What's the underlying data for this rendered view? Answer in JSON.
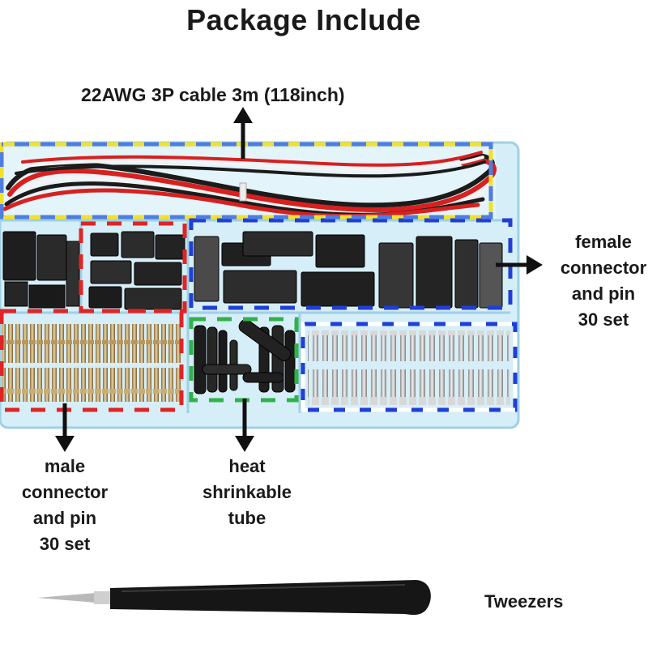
{
  "title": "Package Include",
  "labels": {
    "cable": "22AWG 3P cable 3m (118inch)",
    "female": [
      "female",
      "connector",
      "and pin",
      "30 set"
    ],
    "male": [
      "male",
      "connector",
      "and pin",
      "30 set"
    ],
    "heat": [
      "heat",
      "shrinkable",
      "tube"
    ],
    "tweezers": "Tweezers"
  },
  "colors": {
    "box_fill": "#d6eef7",
    "box_edge": "#9fd0e6",
    "cable_outline": "#f2e12a",
    "male_outline": "#e02424",
    "female_outline": "#1f3fd6",
    "heat_outline": "#2fb24a",
    "wire_black": "#1b1b1b",
    "wire_red": "#d8201f",
    "wire_white": "#f4f4f4",
    "tweezers": "#161616"
  },
  "icons": [
    "arrow-up-icon",
    "arrow-right-icon",
    "arrow-down-icon"
  ]
}
